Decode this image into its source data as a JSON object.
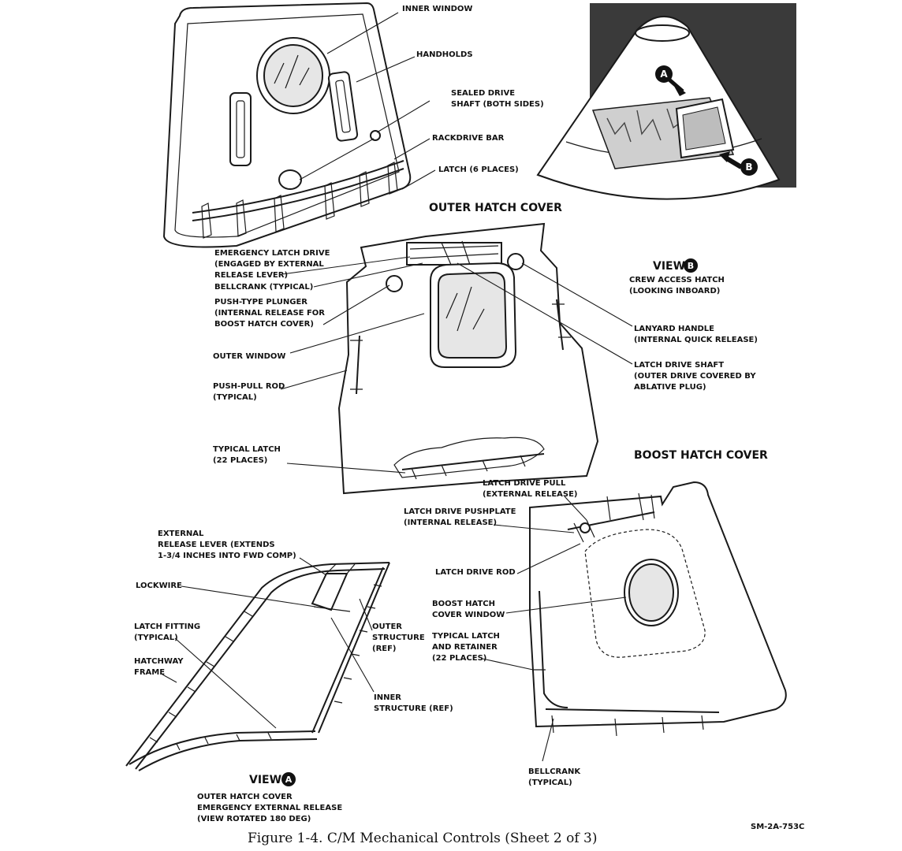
{
  "figure": {
    "caption": "Figure 1-4.  C/M Mechanical Controls (Sheet 2 of 3)",
    "drawing_number": "SM-2A-753C"
  },
  "inner_hatch": {
    "labels": {
      "inner_window": "INNER WINDOW",
      "handholds": "HANDHOLDS",
      "sealed_drive_1": "SEALED DRIVE",
      "sealed_drive_2": "SHAFT (BOTH SIDES)",
      "rackdrive_bar": "RACKDRIVE BAR",
      "latch_6": "LATCH (6 PLACES)"
    }
  },
  "outer_hatch": {
    "title": "OUTER HATCH COVER",
    "labels": {
      "emerg_1": "EMERGENCY LATCH DRIVE",
      "emerg_2": "(ENGAGED BY EXTERNAL",
      "emerg_3": "RELEASE LEVER)",
      "bellcrank": "BELLCRANK (TYPICAL)",
      "plunger_1": "PUSH-TYPE PLUNGER",
      "plunger_2": "(INTERNAL RELEASE FOR",
      "plunger_3": "BOOST HATCH COVER)",
      "outer_window": "OUTER WINDOW",
      "pushpull_1": "PUSH-PULL ROD",
      "pushpull_2": "(TYPICAL)",
      "typlatch_1": "TYPICAL LATCH",
      "typlatch_2": "(22 PLACES)",
      "lanyard_1": "LANYARD HANDLE",
      "lanyard_2": "(INTERNAL QUICK RELEASE)",
      "lds_1": "LATCH DRIVE SHAFT",
      "lds_2": "(OUTER DRIVE COVERED BY",
      "lds_3": "ABLATIVE PLUG)"
    }
  },
  "view_b": {
    "title": "VIEW",
    "marker": "B",
    "line_1": "CREW ACCESS HATCH",
    "line_2": "(LOOKING INBOARD)"
  },
  "command_module": {
    "marker_a": "A",
    "marker_b": "B"
  },
  "boost_hatch": {
    "title": "BOOST HATCH COVER",
    "labels": {
      "ldpull_1": "LATCH DRIVE PULL",
      "ldpull_2": "(EXTERNAL RELEASE)",
      "ldpush_1": "LATCH DRIVE PUSHPLATE",
      "ldpush_2": "(INTERNAL RELEASE)",
      "ldrod": "LATCH DRIVE ROD",
      "bhw_1": "BOOST HATCH",
      "bhw_2": "COVER WINDOW",
      "tlr_1": "TYPICAL LATCH",
      "tlr_2": "AND RETAINER",
      "tlr_3": "(22 PLACES)",
      "bellcrank_1": "BELLCRANK",
      "bellcrank_2": "(TYPICAL)"
    }
  },
  "view_a": {
    "title": "VIEW",
    "marker": "A",
    "line_1": "OUTER HATCH COVER",
    "line_2": "EMERGENCY EXTERNAL RELEASE",
    "line_3": "(VIEW ROTATED 180 DEG)",
    "labels": {
      "ext_1": "EXTERNAL",
      "ext_2": "RELEASE LEVER (EXTENDS",
      "ext_3": "1-3/4 INCHES INTO FWD COMP)",
      "lockwire": "LOCKWIRE",
      "fitting_1": "LATCH FITTING",
      "fitting_2": "(TYPICAL)",
      "frame_1": "HATCHWAY",
      "frame_2": "FRAME",
      "outer_1": "OUTER",
      "outer_2": "STRUCTURE",
      "outer_3": "(REF)",
      "inner_1": "INNER",
      "inner_2": "STRUCTURE (REF)"
    }
  }
}
